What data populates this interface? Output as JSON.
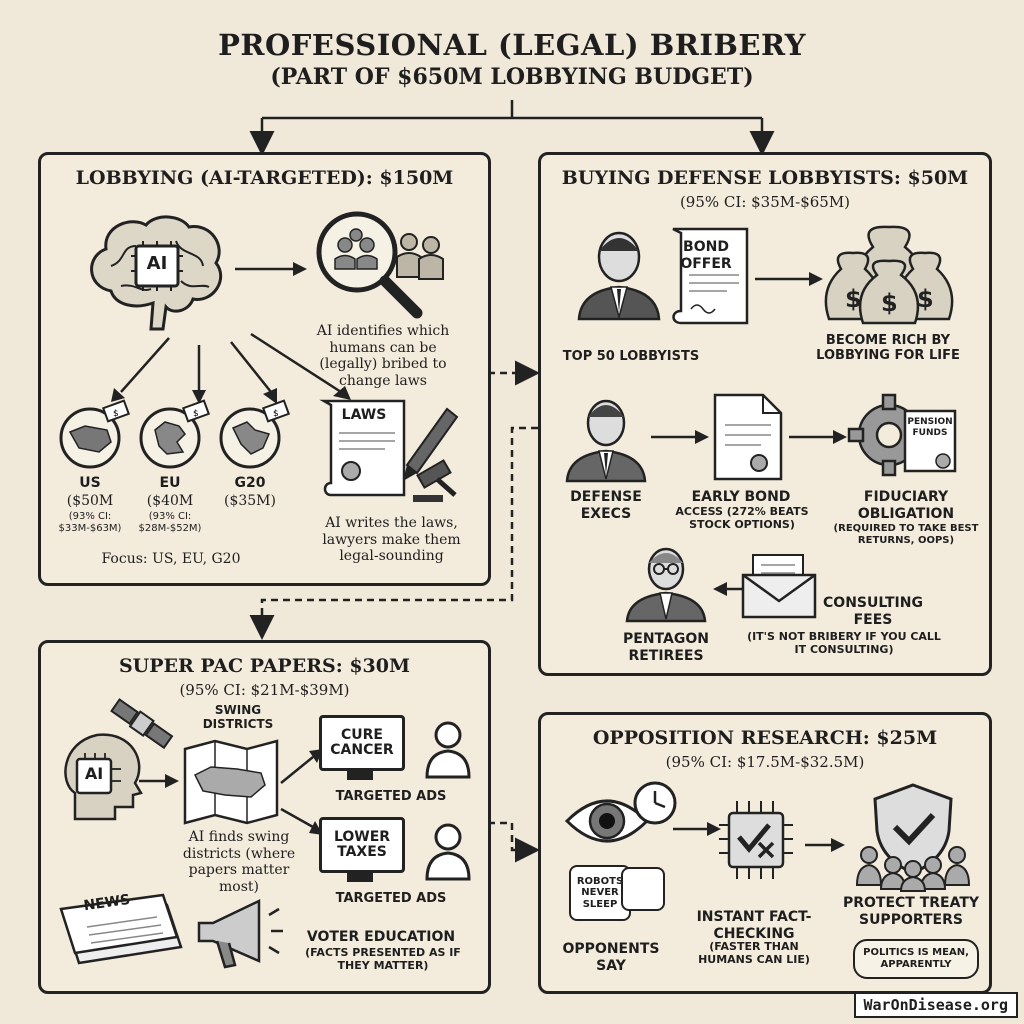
{
  "header": {
    "title": "PROFESSIONAL (LEGAL) BRIBERY",
    "subtitle": "(PART OF $650M LOBBYING BUDGET)"
  },
  "lobbying": {
    "title": "LOBBYING (AI-TARGETED): $150M",
    "ai_chip": "AI",
    "identify_text": "AI identifies which humans can be (legally) bribed to change laws",
    "regions": [
      {
        "name": "US",
        "amount": "($50M",
        "ci": "(93% CI: $33M-$63M)"
      },
      {
        "name": "EU",
        "amount": "($40M",
        "ci": "(93% CI: $28M-$52M)"
      },
      {
        "name": "G20",
        "amount": "($35M)",
        "ci": ""
      }
    ],
    "laws_label": "LAWS",
    "laws_text": "AI writes the laws, lawyers make them legal-sounding",
    "focus": "Focus: US, EU, G20",
    "icons": [
      "brain-ai-icon",
      "magnifier-people-icon",
      "globe-us-icon",
      "globe-eu-icon",
      "globe-g20-icon",
      "laws-scroll-icon",
      "pen-icon",
      "gavel-icon"
    ]
  },
  "defense": {
    "title": "BUYING DEFENSE LOBBYISTS: $50M",
    "ci": "(95% CI: $35M-$65M)",
    "bond_label": "BOND OFFER",
    "top50": "TOP 50 LOBBYISTS",
    "rich": "BECOME RICH BY LOBBYING FOR LIFE",
    "execs": "DEFENSE EXECS",
    "bond_title": "EARLY BOND",
    "bond_detail": "ACCESS (272% BEATS STOCK OPTIONS)",
    "fiduciary_title": "FIDUCIARY OBLIGATION",
    "fiduciary_detail": "(REQUIRED TO TAKE BEST RETURNS, OOPS)",
    "pension_label": "PENSION FUNDS",
    "consulting_title": "CONSULTING FEES",
    "consulting_detail": "(IT'S NOT BRIBERY IF YOU CALL IT CONSULTING)",
    "retirees": "PENTAGON RETIREES",
    "icons": [
      "lobbyist-icon",
      "bond-scroll-icon",
      "money-bags-icon",
      "exec-icon",
      "document-icon",
      "gear-pension-icon",
      "retiree-icon",
      "envelope-icon"
    ]
  },
  "superpac": {
    "title": "SUPER PAC PAPERS: $30M",
    "ci": "(95% CI: $21M-$39M)",
    "ai_chip": "AI",
    "swing": "SWING DISTRICTS",
    "ad1": "CURE CANCER",
    "ad2": "LOWER TAXES",
    "targeted1": "TARGETED ADS",
    "targeted2": "TARGETED ADS",
    "finds_text": "AI finds swing districts (where papers matter most)",
    "news_label": "NEWS",
    "voter_title": "VOTER EDUCATION",
    "voter_detail": "(FACTS PRESENTED AS IF THEY MATTER)",
    "icons": [
      "ai-head-icon",
      "satellite-icon",
      "map-icon",
      "monitor-icon",
      "person-icon",
      "newspaper-icon",
      "megaphone-icon"
    ]
  },
  "opposition": {
    "title": "OPPOSITION RESEARCH: $25M",
    "ci": "(95% CI: $17.5M-$32.5M)",
    "robots_bubble": "ROBOTS NEVER SLEEP",
    "opponents": "OPPONENTS SAY",
    "factcheck_title": "INSTANT FACT-CHECKING",
    "factcheck_detail": "(FASTER THAN HUMANS CAN LIE)",
    "protect": "PROTECT TREATY SUPPORTERS",
    "politics": "POLITICS IS MEAN, APPARENTLY",
    "icons": [
      "eye-clock-icon",
      "chip-check-icon",
      "shield-crowd-icon"
    ]
  },
  "footer": {
    "credit": "WarOnDisease.org"
  },
  "colors": {
    "background": "#f0e9d9",
    "ink": "#1e1e1e",
    "panel": "#f3ecdd"
  }
}
